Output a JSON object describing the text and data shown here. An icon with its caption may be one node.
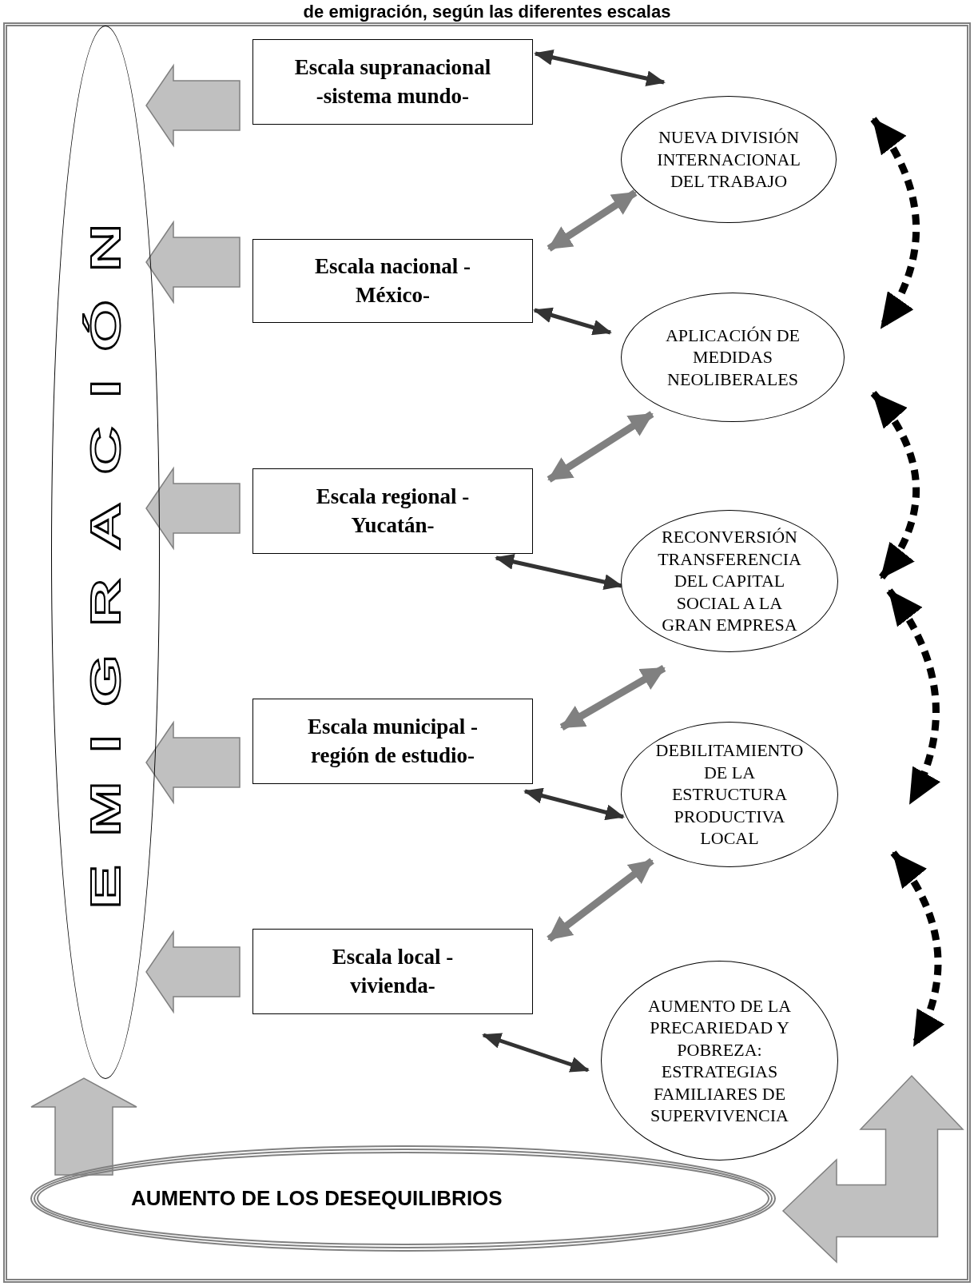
{
  "diagram": {
    "title": "de emigración, según las diferentes escalas",
    "nodes": [
      {
        "text": [
          "EMIGRACIÓN"
        ]
      },
      {
        "text": [
          "Escala supranacional -sistema mundo-"
        ]
      },
      {
        "text": [
          "Escala nacional -México-"
        ]
      },
      {
        "text": [
          "Escala regional -Yucatán-"
        ]
      },
      {
        "text": [
          "Escala municipal -región de estudio-"
        ]
      },
      {
        "text": [
          "Escala local -vivienda-"
        ]
      },
      {
        "text": [
          "NUEVA DIVISIÓN INTERNACIONAL DEL TRABAJO"
        ]
      },
      {
        "text": [
          "APLICACIÓN DE MEDIDAS NEOLIBERALES"
        ]
      },
      {
        "text": [
          "RECONVERSIÓN TRANSFERENCIA DEL CAPITAL SOCIAL A LA GRAN EMPRESA"
        ]
      },
      {
        "text": [
          "DEBILITAMIENTO DE LA ESTRUCTURA PRODUCTIVA LOCAL"
        ]
      },
      {
        "text": [
          "AUMENTO DE LA PRECARIEDAD Y POBREZA: ESTRATEGIAS FAMILIARES DE SUPERVIVENCIA"
        ]
      },
      {
        "text": [
          "AUMENTO DE LOS DESEQUILIBRIOS"
        ]
      }
    ],
    "edges": [
      {
        "from": 1,
        "to": 0,
        "arrow": "to",
        "style": "thick",
        "color": "#c0c0c0"
      },
      {
        "from": 2,
        "to": 0,
        "arrow": "to",
        "style": "thick",
        "color": "#c0c0c0"
      },
      {
        "from": 3,
        "to": 0,
        "arrow": "to",
        "style": "thick",
        "color": "#c0c0c0"
      },
      {
        "from": 4,
        "to": 0,
        "arrow": "to",
        "style": "thick",
        "color": "#c0c0c0"
      },
      {
        "from": 5,
        "to": 0,
        "arrow": "to",
        "style": "thick",
        "color": "#c0c0c0"
      },
      {
        "from": 11,
        "to": 0,
        "arrow": "to",
        "style": "thick",
        "color": "#c0c0c0"
      },
      {
        "from": 11,
        "to": 10,
        "arrow": "both",
        "style": "thick",
        "color": "#c0c0c0"
      },
      {
        "from": 1,
        "to": 6,
        "arrow": "both",
        "color": "#333333"
      },
      {
        "from": 2,
        "to": 7,
        "arrow": "both",
        "color": "#333333"
      },
      {
        "from": 3,
        "to": 8,
        "arrow": "both",
        "color": "#333333"
      },
      {
        "from": 4,
        "to": 9,
        "arrow": "both",
        "color": "#333333"
      },
      {
        "from": 5,
        "to": 10,
        "arrow": "both",
        "color": "#333333"
      },
      {
        "from": 2,
        "to": 6,
        "arrow": "both",
        "color": "#808080"
      },
      {
        "from": 3,
        "to": 7,
        "arrow": "both",
        "color": "#808080"
      },
      {
        "from": 4,
        "to": 8,
        "arrow": "both",
        "color": "#808080"
      },
      {
        "from": 5,
        "to": 9,
        "arrow": "both",
        "color": "#808080"
      },
      {
        "from": 6,
        "to": 7,
        "arrow": "both",
        "style": "dashed",
        "color": "#000000"
      },
      {
        "from": 7,
        "to": 8,
        "arrow": "both",
        "style": "dashed",
        "color": "#000000"
      },
      {
        "from": 8,
        "to": 9,
        "arrow": "both",
        "style": "dashed",
        "color": "#000000"
      },
      {
        "from": 9,
        "to": 10,
        "arrow": "both",
        "style": "dashed",
        "color": "#000000"
      }
    ]
  }
}
